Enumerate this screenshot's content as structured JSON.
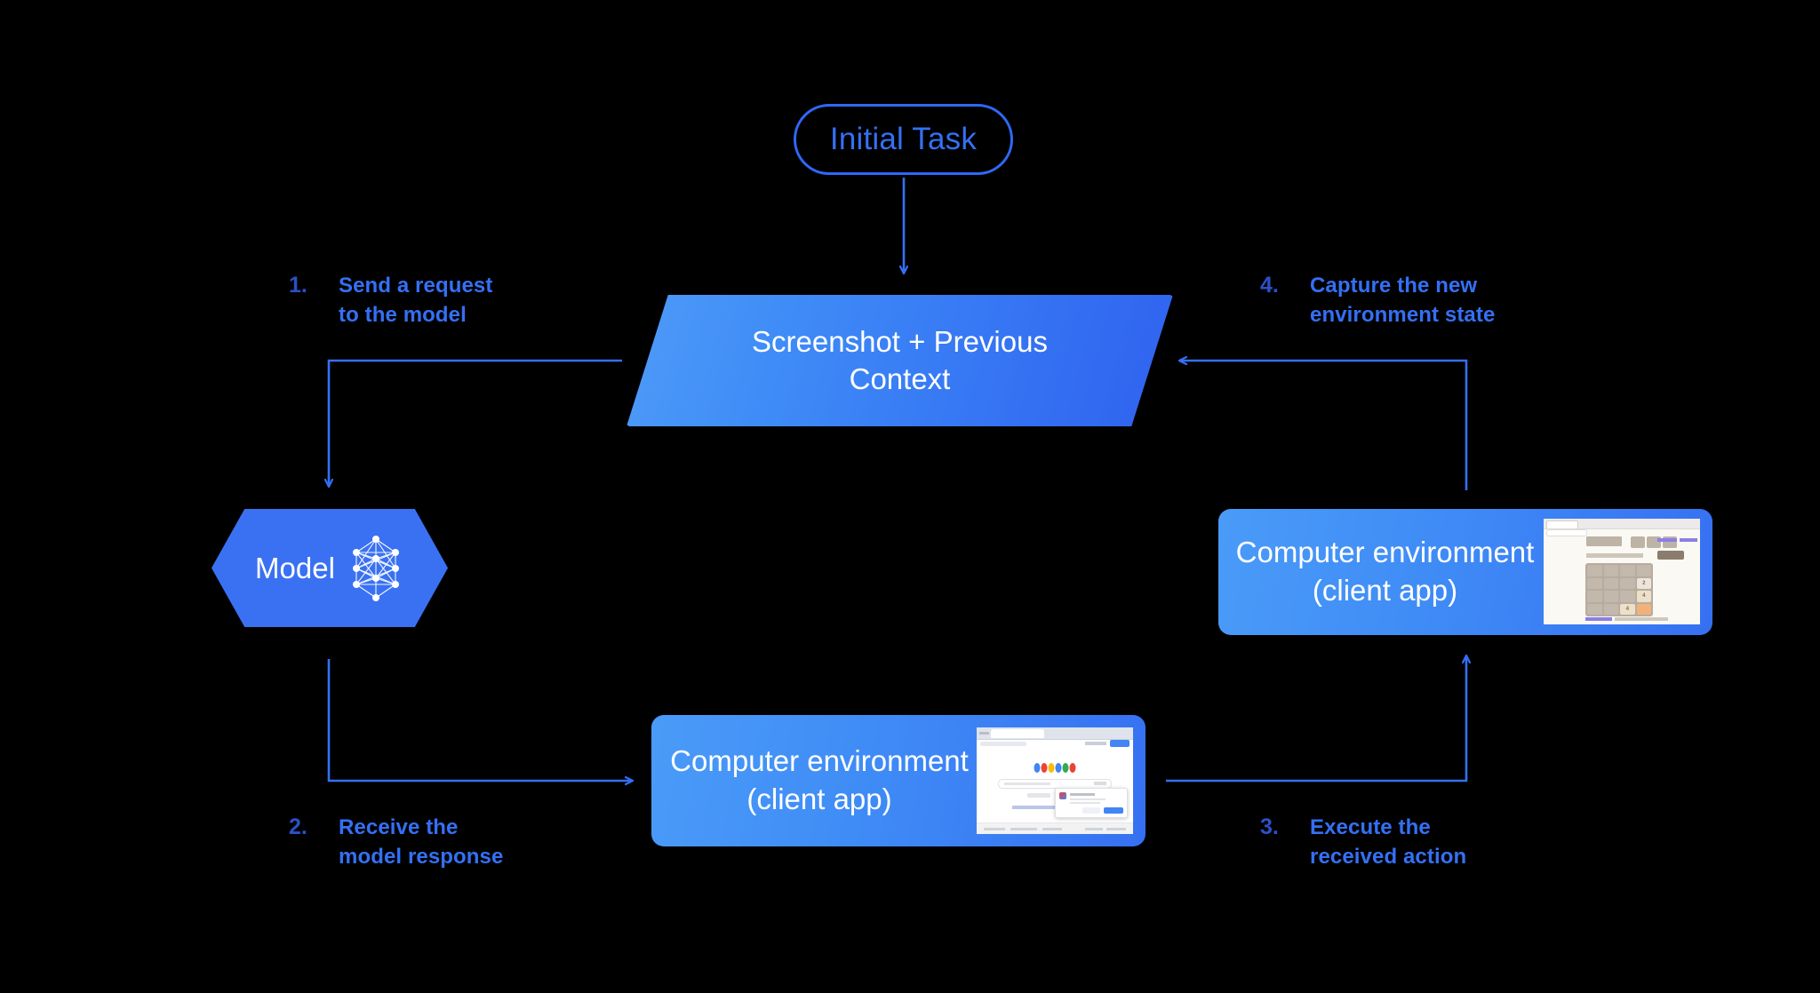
{
  "diagram": {
    "title_node": {
      "label": "Initial Task"
    },
    "context_node": {
      "line1": "Screenshot + Previous",
      "line2": "Context"
    },
    "model_node": {
      "label": "Model",
      "icon": "neural-network-icon"
    },
    "env_right": {
      "line1": "Computer environment",
      "line2": "(client app)",
      "thumbnail": "2048-game-screenshot"
    },
    "env_bottom": {
      "line1": "Computer environment",
      "line2": "(client app)",
      "thumbnail": "google-search-screenshot"
    },
    "steps": [
      {
        "number": "1.",
        "text": "Send a request\nto the model"
      },
      {
        "number": "2.",
        "text": "Receive the\nmodel response"
      },
      {
        "number": "3.",
        "text": "Execute the\nreceived action"
      },
      {
        "number": "4.",
        "text": "Capture the new\nenvironment state"
      }
    ],
    "colors": {
      "background": "#000000",
      "accent_blue": "#3470f4",
      "number_blue": "#2b50c8",
      "node_fill_light": "#4a9bf8",
      "node_fill_dark": "#3062ef",
      "arrow": "#3470f4",
      "text_on_node": "#ffffff"
    }
  },
  "thumbnails": {
    "game_2048": {
      "site": "2048.org",
      "tiles": [
        [
          "",
          "",
          "",
          ""
        ],
        [
          "",
          "",
          "",
          "2"
        ],
        [
          "",
          "",
          "",
          "4"
        ],
        [
          "",
          "",
          "4",
          "8"
        ]
      ]
    }
  }
}
